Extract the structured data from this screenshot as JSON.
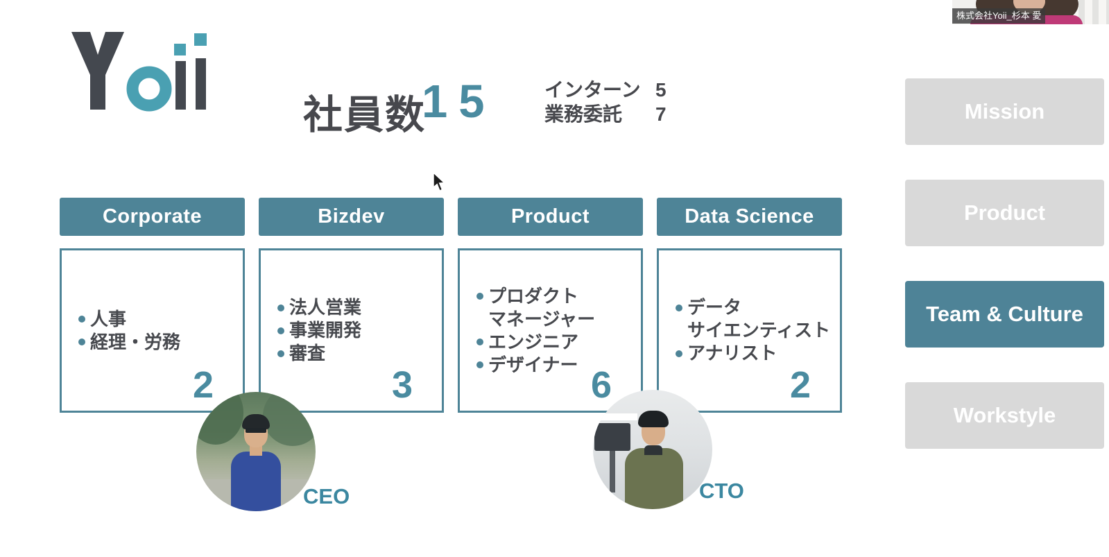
{
  "header": {
    "brand": "Yoii",
    "employee_count_label": "社員数",
    "employee_count_value": "15",
    "supplement": [
      {
        "label": "インターン",
        "value": "5"
      },
      {
        "label": "業務委託",
        "value": "7"
      }
    ]
  },
  "departments": [
    {
      "name": "Corporate",
      "count": "2",
      "roles": [
        [
          "人事"
        ],
        [
          "経理・労務"
        ]
      ]
    },
    {
      "name": "Bizdev",
      "count": "3",
      "roles": [
        [
          "法人営業"
        ],
        [
          "事業開発"
        ],
        [
          "審査"
        ]
      ]
    },
    {
      "name": "Product",
      "count": "6",
      "roles": [
        [
          "プロダクト",
          "マネージャー"
        ],
        [
          "エンジニア"
        ],
        [
          "デザイナー"
        ]
      ]
    },
    {
      "name": "Data Science",
      "count": "2",
      "roles": [
        [
          "データ",
          "サイエンティスト"
        ],
        [
          "アナリスト"
        ]
      ]
    }
  ],
  "people": [
    {
      "role": "CEO"
    },
    {
      "role": "CTO"
    }
  ],
  "sidebar": [
    {
      "label": "Mission",
      "active": false
    },
    {
      "label": "Product",
      "active": false
    },
    {
      "label": "Team & Culture",
      "active": true
    },
    {
      "label": "Workstyle",
      "active": false
    }
  ],
  "webcam": {
    "participant_name": "株式会社Yoii_杉本 愛"
  },
  "colors": {
    "teal": "#4e8497",
    "accent_number_teal": "#4a8ba0",
    "logo_teal": "#4aa0b2",
    "dark_text": "#47484d",
    "inactive_button_gray": "#d9d9d9",
    "participant_pink": "#bf3a77"
  }
}
